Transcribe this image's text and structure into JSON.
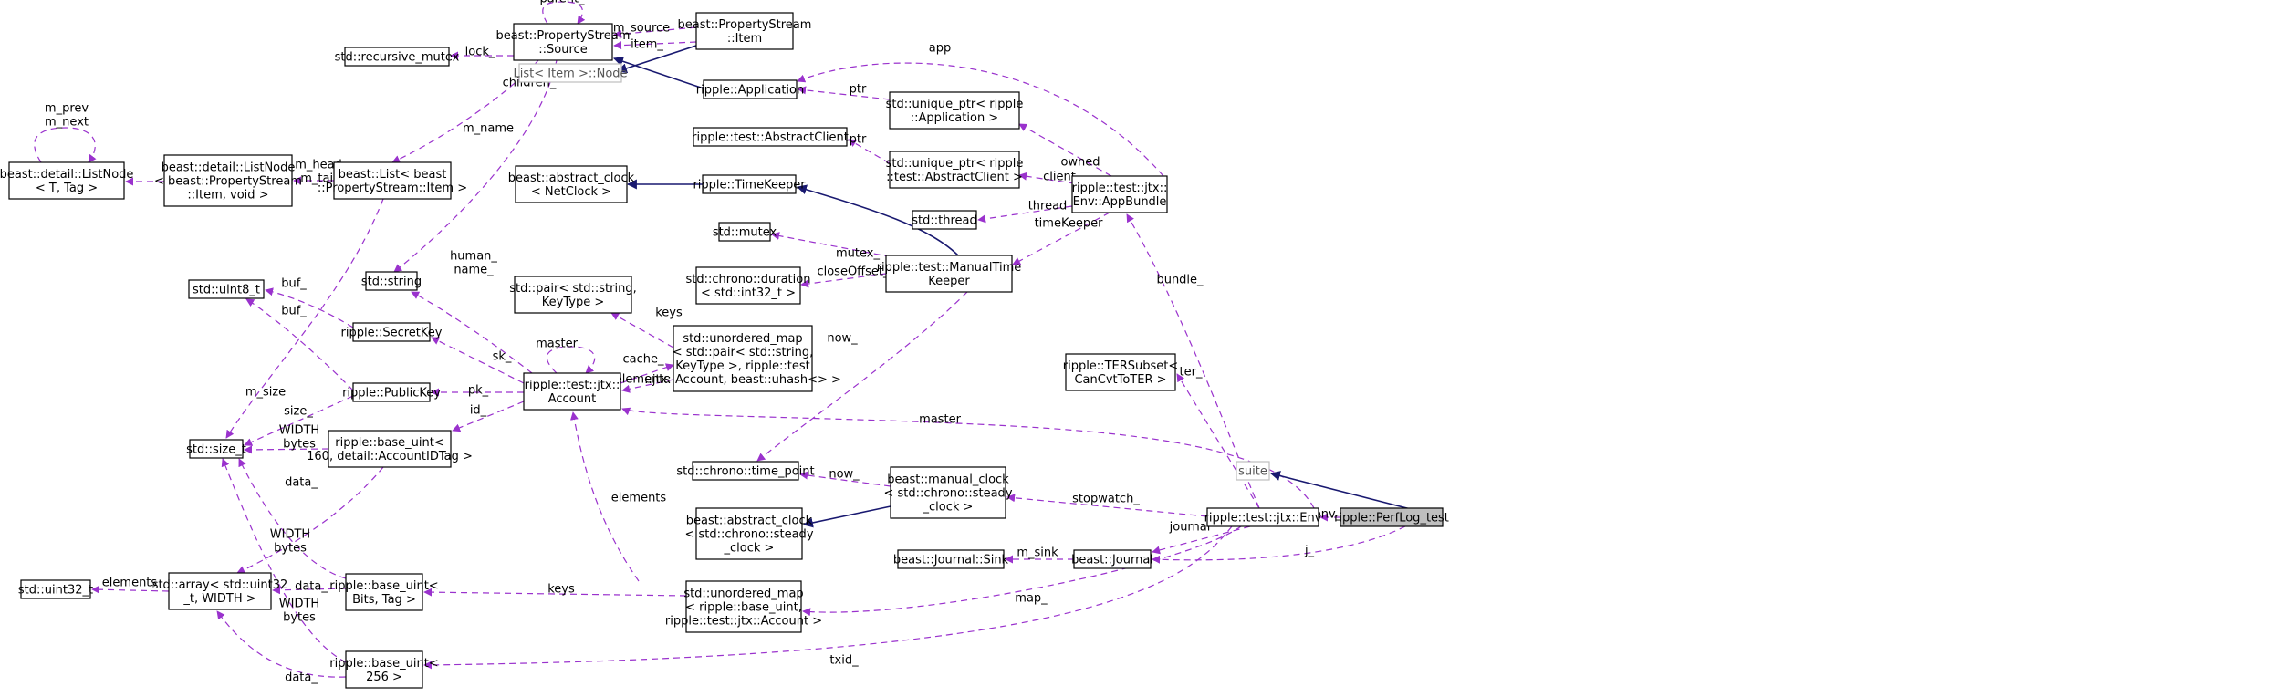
{
  "colors": {
    "usage_edge": "#9a32cd",
    "inheritance_edge": "#191970",
    "focus_fill": "#bfbfbf",
    "external_border": "#bfbfbf"
  },
  "nodes": {
    "listnode_tpl": [
      "beast::detail::ListNode",
      "< T, Tag >"
    ],
    "listnode_item": [
      "beast::detail::ListNode",
      "< beast::PropertyStream",
      "::Item, void >"
    ],
    "list_item": [
      "beast::List< beast",
      "::PropertyStream::Item >"
    ],
    "recursive_mutex": [
      "std::recursive_mutex"
    ],
    "ps_source": [
      "beast::PropertyStream",
      "::Source"
    ],
    "ps_item": [
      "beast::PropertyStream",
      "::Item"
    ],
    "list_node": [
      "List< Item >::Node"
    ],
    "application": [
      "ripple::Application"
    ],
    "unique_app": [
      "std::unique_ptr< ripple",
      "::Application >"
    ],
    "abstract_client": [
      "ripple::test::AbstractClient"
    ],
    "unique_client": [
      "std::unique_ptr< ripple",
      "::test::AbstractClient >"
    ],
    "abstract_clock_nc": [
      "beast::abstract_clock",
      "< NetClock >"
    ],
    "timekeeper": [
      "ripple::TimeKeeper"
    ],
    "app_bundle": [
      "ripple::test::jtx::",
      "Env::AppBundle"
    ],
    "std_string": [
      "std::string"
    ],
    "std_mutex": [
      "std::mutex"
    ],
    "std_thread": [
      "std::thread"
    ],
    "chrono_duration": [
      "std::chrono::duration",
      "< std::int32_t >"
    ],
    "manual_timekeeper": [
      "ripple::test::ManualTime",
      "Keeper"
    ],
    "uint8": [
      "std::uint8_t"
    ],
    "std_pair": [
      "std::pair< std::string,",
      "KeyType >"
    ],
    "secret_key": [
      "ripple::SecretKey"
    ],
    "unordered_map_pair": [
      "std::unordered_map",
      "< std::pair< std::string,",
      "KeyType >, ripple::test",
      "::jtx::Account, beast::uhash<> >"
    ],
    "account": [
      "ripple::test::jtx::",
      "Account"
    ],
    "public_key": [
      "ripple::PublicKey"
    ],
    "size_t": [
      "std::size_t"
    ],
    "base_uint_160": [
      "ripple::base_uint<",
      "160, detail::AccountIDTag >"
    ],
    "ter_subset": [
      "ripple::TERSubset<",
      "CanCvtToTER >"
    ],
    "suite": [
      "suite"
    ],
    "chrono_time_point": [
      "std::chrono::time_point"
    ],
    "manual_clock": [
      "beast::manual_clock",
      "< std::chrono::steady",
      "_clock >"
    ],
    "abstract_clock_steady": [
      "beast::abstract_clock",
      "< std::chrono::steady",
      "_clock >"
    ],
    "env": [
      "ripple::test::jtx::Env"
    ],
    "perflog_test": [
      "ripple::PerfLog_test"
    ],
    "journal_sink": [
      "beast::Journal::Sink"
    ],
    "journal": [
      "beast::Journal"
    ],
    "uint32": [
      "std::uint32_t"
    ],
    "std_array": [
      "std::array< std::uint32",
      "_t, WIDTH >"
    ],
    "base_uint_bits": [
      "ripple::base_uint<",
      "Bits, Tag >"
    ],
    "unordered_map_base": [
      "std::unordered_map",
      "< ripple::base_uint,",
      "ripple::test::jtx::Account >"
    ],
    "base_uint_256": [
      "ripple::base_uint<",
      "256 >"
    ]
  },
  "edge_labels": {
    "m_prev_next_self": [
      "m_prev",
      "m_next"
    ],
    "m_prev_next": [
      "m_prev",
      "m_next"
    ],
    "m_head_tail": [
      "m_head",
      "m_tail"
    ],
    "lock": [
      "lock_"
    ],
    "parent": [
      "parent_"
    ],
    "m_source": [
      "m_source"
    ],
    "item": [
      "item_"
    ],
    "children": [
      "children_"
    ],
    "m_name": [
      "m_name"
    ],
    "app": [
      "app"
    ],
    "ptr_app": [
      "ptr"
    ],
    "ptr_client": [
      "ptr"
    ],
    "owned": [
      "owned"
    ],
    "client": [
      "client"
    ],
    "thread": [
      "thread"
    ],
    "time_keeper": [
      "timeKeeper"
    ],
    "mutex": [
      "mutex_"
    ],
    "close_offset": [
      "closeOffset_"
    ],
    "buf1": [
      "buf_"
    ],
    "buf2": [
      "buf_"
    ],
    "human_name": [
      "human_",
      "name_"
    ],
    "keys_pair": [
      "keys"
    ],
    "master_self": [
      "master"
    ],
    "cache": [
      "cache_"
    ],
    "elements_map": [
      "elements"
    ],
    "sk": [
      "sk_"
    ],
    "pk": [
      "pk_"
    ],
    "id": [
      "id_"
    ],
    "m_size": [
      "m_size"
    ],
    "size": [
      "size_"
    ],
    "width_bytes1": [
      "WIDTH",
      "bytes"
    ],
    "data1": [
      "data_"
    ],
    "now1": [
      "now_"
    ],
    "bundle": [
      "bundle_"
    ],
    "ter": [
      "ter_"
    ],
    "master": [
      "master"
    ],
    "now2": [
      "now_"
    ],
    "stopwatch": [
      "stopwatch_"
    ],
    "elements_acct": [
      "elements"
    ],
    "width_bytes2": [
      "WIDTH",
      "bytes"
    ],
    "data2": [
      "data_"
    ],
    "keys_base": [
      "keys"
    ],
    "width_bytes3": [
      "WIDTH",
      "bytes"
    ],
    "elements_arr": [
      "elements"
    ],
    "data3": [
      "data_"
    ],
    "journal": [
      "journal"
    ],
    "m_sink": [
      "m_sink"
    ],
    "map": [
      "map_"
    ],
    "env": [
      "env_"
    ],
    "j": [
      "j_"
    ],
    "txid": [
      "txid_"
    ]
  }
}
